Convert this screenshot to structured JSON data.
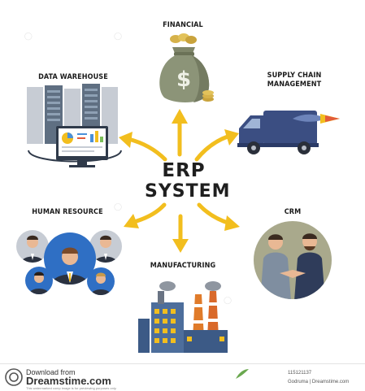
{
  "center": {
    "line1": "ERP",
    "line2": "SYSTEM"
  },
  "labels": {
    "financial": "FINANCIAL",
    "data_warehouse": "DATA WAREHOUSE",
    "supply_chain_1": "SUPPLY CHAIN",
    "supply_chain_2": "MANAGEMENT",
    "human_resource": "HUMAN RESOURCE",
    "crm": "CRM",
    "manufacturing": "MANUFACTURING"
  },
  "footer": {
    "download": "Download from",
    "site": "Dreamstime.com",
    "notice": "This watermarked comp image is for previewing purposes only.",
    "id": "115121137",
    "credit": "Godruma | Dreamstime.com"
  },
  "colors": {
    "arrow": "#f2be1e",
    "text": "#1b1b1b"
  }
}
